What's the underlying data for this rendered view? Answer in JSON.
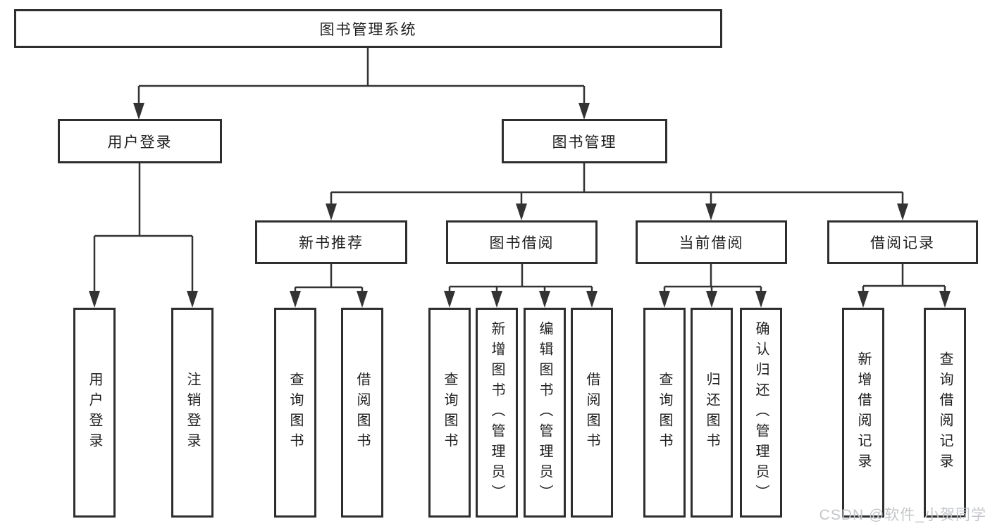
{
  "diagram": {
    "root": "图书管理系统",
    "branches": [
      {
        "label": "用户登录",
        "children": [
          {
            "label": "用户登录"
          },
          {
            "label": "注销登录"
          }
        ]
      },
      {
        "label": "图书管理",
        "children": [
          {
            "label": "新书推荐",
            "children": [
              {
                "label": "查询图书"
              },
              {
                "label": "借阅图书"
              }
            ]
          },
          {
            "label": "图书借阅",
            "children": [
              {
                "label": "查询图书"
              },
              {
                "label": "新增图书（管理员）"
              },
              {
                "label": "编辑图书（管理员）"
              },
              {
                "label": "借阅图书"
              }
            ]
          },
          {
            "label": "当前借阅",
            "children": [
              {
                "label": "查询图书"
              },
              {
                "label": "归还图书"
              },
              {
                "label": "确认归还（管理员）"
              }
            ]
          },
          {
            "label": "借阅记录",
            "children": [
              {
                "label": "新增借阅记录"
              },
              {
                "label": "查询借阅记录"
              }
            ]
          }
        ]
      }
    ]
  },
  "watermark": {
    "text": "CSDN @软件_小贺同学",
    "color": "#c3c6ca"
  },
  "colors": {
    "line": "#333333",
    "box_border": "#2e2e2e",
    "text": "#1f1f1f",
    "background": "#ffffff",
    "watermark": "#c3c6ca"
  }
}
